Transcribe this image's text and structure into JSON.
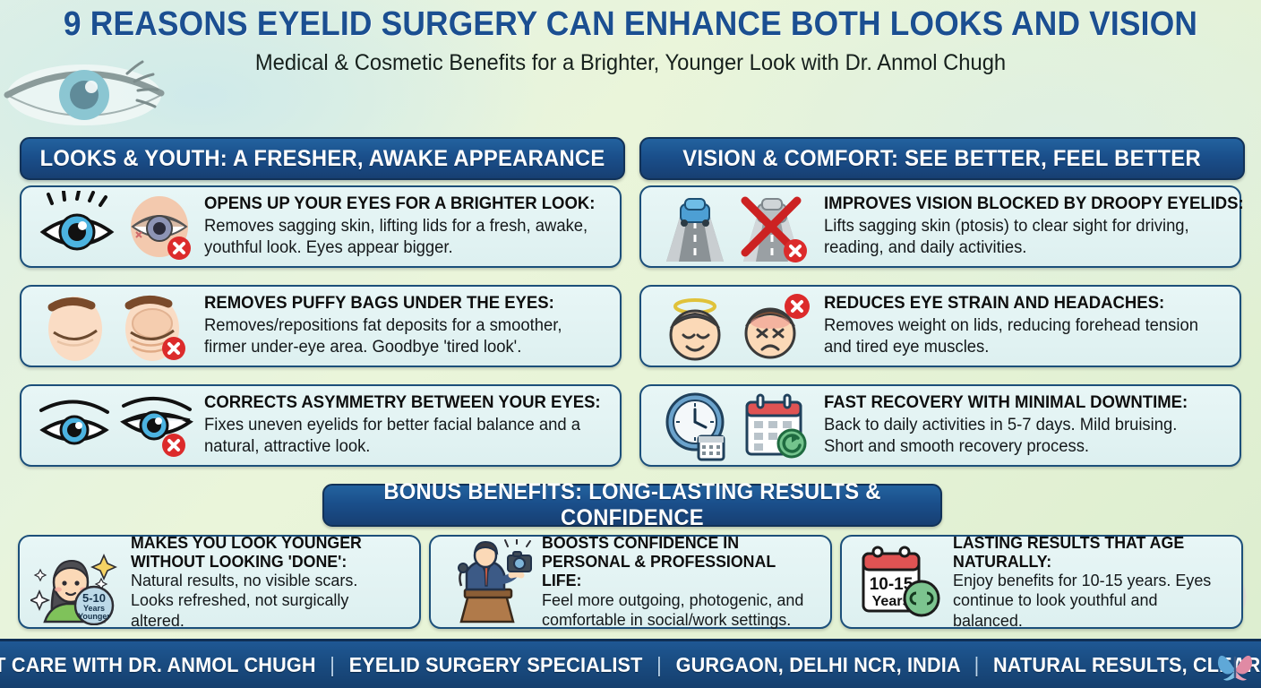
{
  "header": {
    "title": "9 REASONS EYELID SURGERY CAN ENHANCE BOTH LOOKS AND VISION",
    "subtitle": "Medical & Cosmetic Benefits for a Brighter, Younger Look with Dr. Anmol Chugh",
    "title_color": "#1b4f91",
    "eye_icon": "eye-illustration-icon"
  },
  "sections": {
    "left_heading": "LOOKS & YOUTH: A FRESHER, AWAKE APPEARANCE",
    "right_heading": "VISION & COMFORT: SEE BETTER, FEEL BETTER",
    "bonus_heading": "BONUS BENEFITS: LONG-LASTING RESULTS & CONFIDENCE",
    "pill_color": "#1a4f8b"
  },
  "left_cards": [
    {
      "title": "OPENS UP YOUR EYES FOR A BRIGHTER LOOK:",
      "body": "Removes sagging skin, lifting lids for a fresh, awake, youthful look. Eyes appear bigger.",
      "icon": "open-eye-vs-droopy-eye-icon"
    },
    {
      "title": "REMOVES PUFFY BAGS UNDER THE EYES:",
      "body": "Removes/repositions fat deposits for a smoother, firmer under-eye area. Goodbye 'tired look'.",
      "icon": "smooth-face-vs-puffy-bags-icon"
    },
    {
      "title": "CORRECTS ASYMMETRY BETWEEN YOUR EYES:",
      "body": "Fixes uneven eyelids for better facial balance and a natural, attractive look.",
      "icon": "symmetric-eyes-vs-asymmetric-eyes-icon"
    }
  ],
  "right_cards": [
    {
      "title": "IMPROVES VISION BLOCKED BY DROOPY EYELIDS:",
      "body": "Lifts sagging skin (ptosis) to clear sight for driving, reading, and daily activities.",
      "icon": "clear-road-vs-blocked-road-icon"
    },
    {
      "title": "REDUCES EYE STRAIN AND HEADACHES:",
      "body": "Removes weight on lids, reducing forehead tension and tired eye muscles.",
      "icon": "relaxed-face-vs-strained-face-icon"
    },
    {
      "title": "FAST RECOVERY WITH MINIMAL DOWNTIME:",
      "body": "Back to daily activities in 5-7 days. Mild bruising. Short and smooth recovery process.",
      "icon": "clock-and-calendar-recovery-icon"
    }
  ],
  "bonus_cards": [
    {
      "title": "MAKES YOU LOOK YOUNGER WITHOUT LOOKING 'DONE':",
      "body": "Natural results, no visible scars. Looks refreshed, not surgically altered.",
      "icon": "woman-with-sparkles-icon",
      "badge_line1": "5-10",
      "badge_line2": "Years",
      "badge_line3": "Younger"
    },
    {
      "title": "BOOSTS CONFIDENCE IN PERSONAL & PROFESSIONAL LIFE:",
      "body": "Feel more outgoing, photogenic, and comfortable in social/work settings.",
      "icon": "speaker-at-podium-with-camera-icon"
    },
    {
      "title": "LASTING RESULTS THAT AGE NATURALLY:",
      "body": "Enjoy benefits for 10-15 years. Eyes continue to look youthful and balanced.",
      "icon": "calendar-with-infinity-icon",
      "badge_line1": "10-15",
      "badge_line2": "Years"
    }
  ],
  "footer": {
    "item1": "EXPERT CARE WITH DR. ANMOL CHUGH",
    "item2": "EYELID SURGERY SPECIALIST",
    "item3": "GURGAON, DELHI NCR, INDIA",
    "item4": "NATURAL RESULTS, CLEAR VISION",
    "separator": "|",
    "logo": "butterfly-logo-icon",
    "bar_color": "#1a4d83"
  }
}
